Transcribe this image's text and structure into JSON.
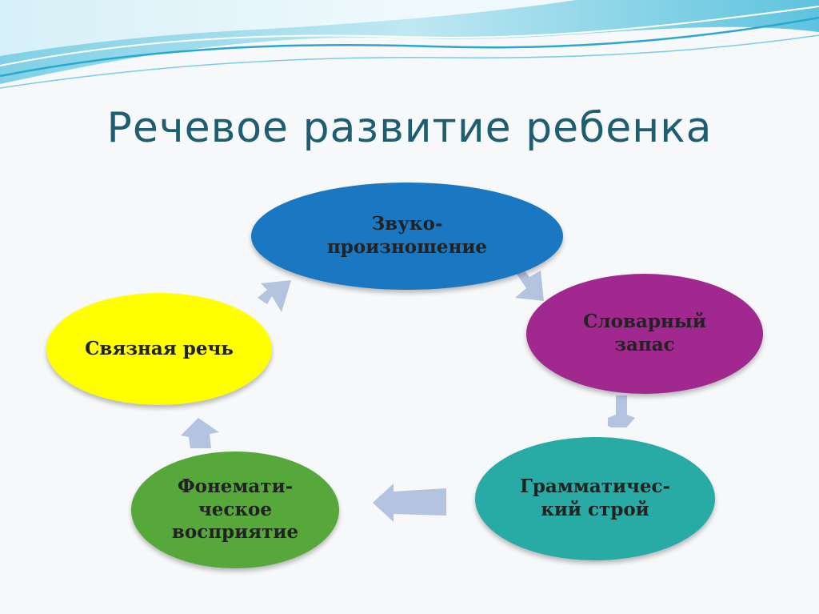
{
  "slide": {
    "title": "Речевое развитие ребенка"
  },
  "diagram": {
    "type": "cycle",
    "nodes": [
      {
        "id": "sound",
        "label": "Звуко-\nпроизношение",
        "color": "#1a78c2",
        "text_color": "#222222"
      },
      {
        "id": "vocab",
        "label": "Словарный\nзапас",
        "color": "#a0288f",
        "text_color": "#222222"
      },
      {
        "id": "grammar",
        "label": "Грамматичес-\nкий строй",
        "color": "#27aba4",
        "text_color": "#222222"
      },
      {
        "id": "phoneme",
        "label": "Фонемати-\nческое\nвосприятие",
        "color": "#56a83a",
        "text_color": "#222222"
      },
      {
        "id": "speech",
        "label": "Связная речь",
        "color": "#ffff00",
        "text_color": "#222222"
      }
    ],
    "edges": [
      {
        "from": "sound",
        "to": "vocab"
      },
      {
        "from": "vocab",
        "to": "grammar"
      },
      {
        "from": "grammar",
        "to": "phoneme"
      },
      {
        "from": "phoneme",
        "to": "speech"
      },
      {
        "from": "speech",
        "to": "sound"
      }
    ],
    "arrow_color": "#b4c3e0"
  }
}
